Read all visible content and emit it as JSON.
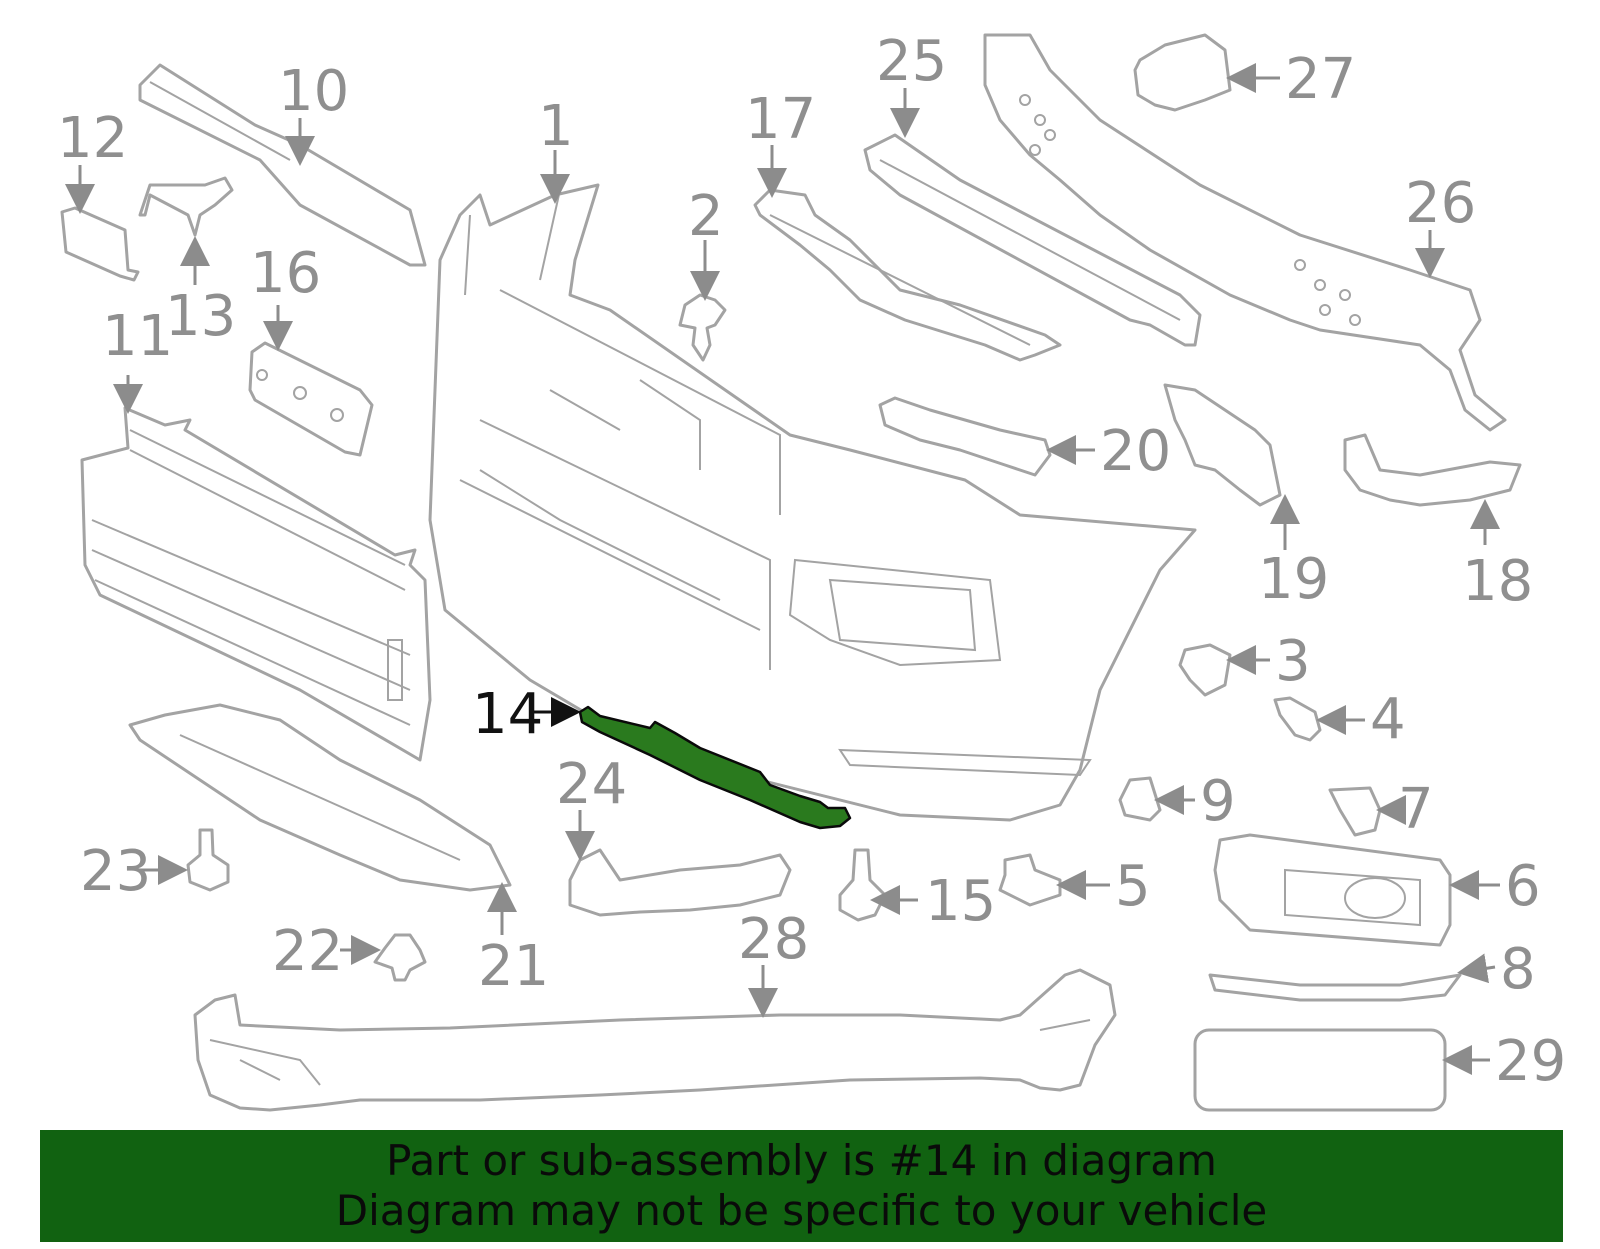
{
  "diagram": {
    "highlighted_part": "14",
    "colors": {
      "highlight": "#2a7a1e",
      "banner": "#116211",
      "part_outline": "#a3a3a3",
      "label": "#8f8f8f"
    },
    "callouts": {
      "c1": "1",
      "c2": "2",
      "c3": "3",
      "c4": "4",
      "c5": "5",
      "c6": "6",
      "c7": "7",
      "c8": "8",
      "c9": "9",
      "c10": "10",
      "c11": "11",
      "c12": "12",
      "c13": "13",
      "c14": "14",
      "c15": "15",
      "c16": "16",
      "c17": "17",
      "c18": "18",
      "c19": "19",
      "c20": "20",
      "c21": "21",
      "c22": "22",
      "c23": "23",
      "c24": "24",
      "c25": "25",
      "c26": "26",
      "c27": "27",
      "c28": "28",
      "c29": "29"
    }
  },
  "banner": {
    "line1": "Part or sub-assembly is #14 in diagram",
    "line2": "Diagram may not be specific to your vehicle"
  }
}
